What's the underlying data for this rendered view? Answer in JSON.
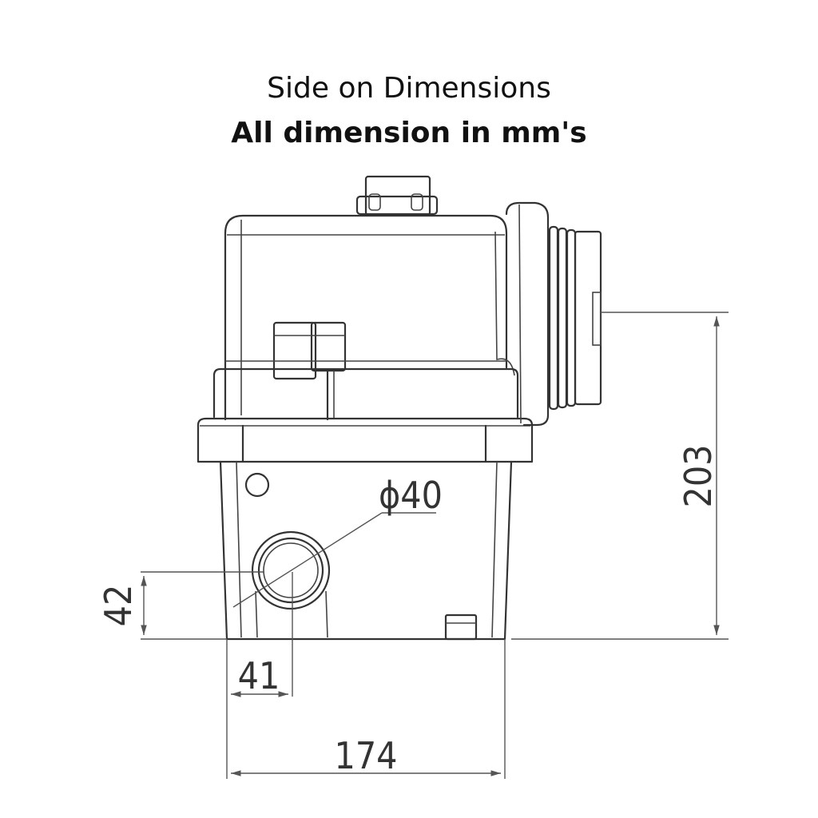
{
  "title": "Side on Dimensions",
  "subtitle": "All dimension in mm's",
  "dimensions": {
    "height": "203",
    "pipe_diameter": "ϕ40",
    "pipe_height": "42",
    "pipe_offset": "41",
    "width": "174"
  },
  "colors": {
    "line": "#333333",
    "background": "#ffffff",
    "text": "#111111"
  }
}
